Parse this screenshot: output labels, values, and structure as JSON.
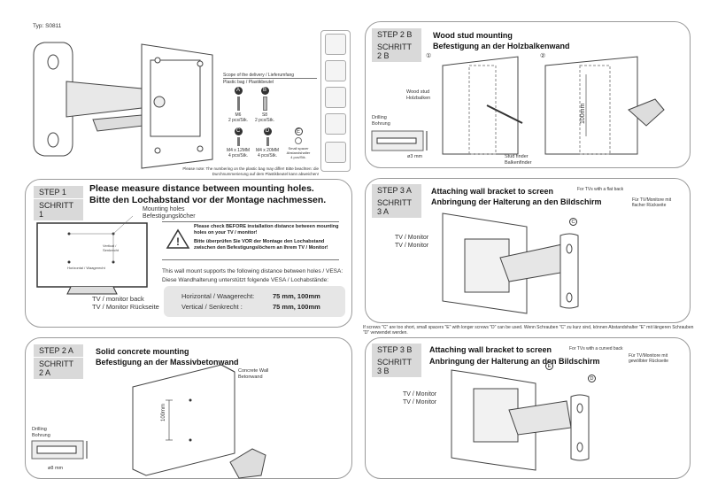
{
  "type_label": "Typ: S0811",
  "scope": {
    "title": "Scope of the delivery / Lieferumfang",
    "bag": "Plastic bag / Plastikbeutel",
    "parts": [
      {
        "letter": "A",
        "spec": "M6",
        "qty": "2 pcs/Stk."
      },
      {
        "letter": "B",
        "spec": "S8",
        "qty": "2 pcs/Stk."
      },
      {
        "letter": "C",
        "spec": "M4 x 12MM",
        "qty": "4 pcs/Stk."
      },
      {
        "letter": "D",
        "spec": "M4 x 20MM",
        "qty": "4 pcs/Stk."
      },
      {
        "letter": "E",
        "spec": "Small spacer Abstandshalter",
        "qty": "4 pcs/Stk."
      }
    ],
    "note": "Please note: The numbering on the plastic bag may differ! Bitte beachten: die Durchnummerierung auf dem Plastikbeutel kann abweichen!"
  },
  "step1": {
    "en": "STEP   1",
    "de": "SCHRITT 1",
    "title_en": "Please measure distance between mounting holes.",
    "title_de": "Bitte den Lochabstand vor der Montage nachmessen.",
    "holes_label": "Mounting holes",
    "holes_label_de": "Befestigungslöcher",
    "vertical": "Vertical / Senkrecht",
    "horizontal": "Horizontal / Waagerecht",
    "tv_back": "TV / monitor back",
    "tv_back_de": "TV / Monitor Rückseite",
    "warn_en": "Please check BEFORE installation distance between mounting holes on your TV / monitor!",
    "warn_de": "Bitte überprüfen Sie VOR der Montage den Lochabstand zwischen den Befestigungslöchern an Ihrem TV / Monitor!",
    "support_en": "This wall mount supports the following distance between holes / VESA:",
    "support_de": "Diese Wandhalterung unterstützt folgende VESA / Lochabstände:",
    "h_label": "Horizontal / Waagerecht:",
    "h_value": "75 mm, 100mm",
    "v_label": "Vertical / Senkrecht :",
    "v_value": "75 mm, 100mm"
  },
  "step2a": {
    "en": "STEP   2 A",
    "de": "SCHRITT 2 A",
    "title_en": "Solid concrete mounting",
    "title_de": "Befestigung an der Massivbetonwand",
    "wall": "Concrete Wall",
    "wall_de": "Betonwand",
    "dim": "100mm",
    "drill": "Drilling",
    "drill_de": "Bohrung",
    "diam": "ø8  mm"
  },
  "step2b": {
    "en": "STEP  2 B",
    "de": "SCHRITT 2 B",
    "title_en": "Wood stud mounting",
    "title_de": "Befestigung an der Holzbalkenwand",
    "n1": "①",
    "n2": "②",
    "stud": "Wood stud",
    "stud_de": "Holzbalken",
    "finder": "Stud finder",
    "finder_de": "Balkenfinder",
    "dim": "100mm",
    "drill": "Drilling",
    "drill_de": "Bohrung",
    "diam": "ø3 mm"
  },
  "step3a": {
    "en": "STEP  3 A",
    "de": "SCHRITT 3 A",
    "title_en": "Attaching wall bracket to screen",
    "title_de": "Anbringung der Halterung an den Bildschirm",
    "flat_en": "For TVs with a flat back",
    "flat_de": "Für TV/Monitore mit flacher Rückseite",
    "tv": "TV / Monitor",
    "tv_de": "TV / Monitor",
    "c": "C"
  },
  "note_ce": "If screws \"C\" are too short, small spacers \"E\" with longer screws \"D\" can be used. Wenn Schrauben \"C\" zu kurz sind,  können Abstandshalter \"E\" mit längeren Schrauben \"D\" verwendet werden.",
  "step3b": {
    "en": "STEP  3 B",
    "de": "SCHRITT 3 B",
    "title_en": "Attaching wall bracket to screen",
    "title_de": "Anbringung der Halterung an den Bildschirm",
    "curved_en": "For TVs with a curved back",
    "curved_de": "Für TV/Monitore mit gewölbter Rückseite",
    "tv": "TV / Monitor",
    "tv_de": "TV / Monitor",
    "e": "E",
    "d": "D"
  }
}
